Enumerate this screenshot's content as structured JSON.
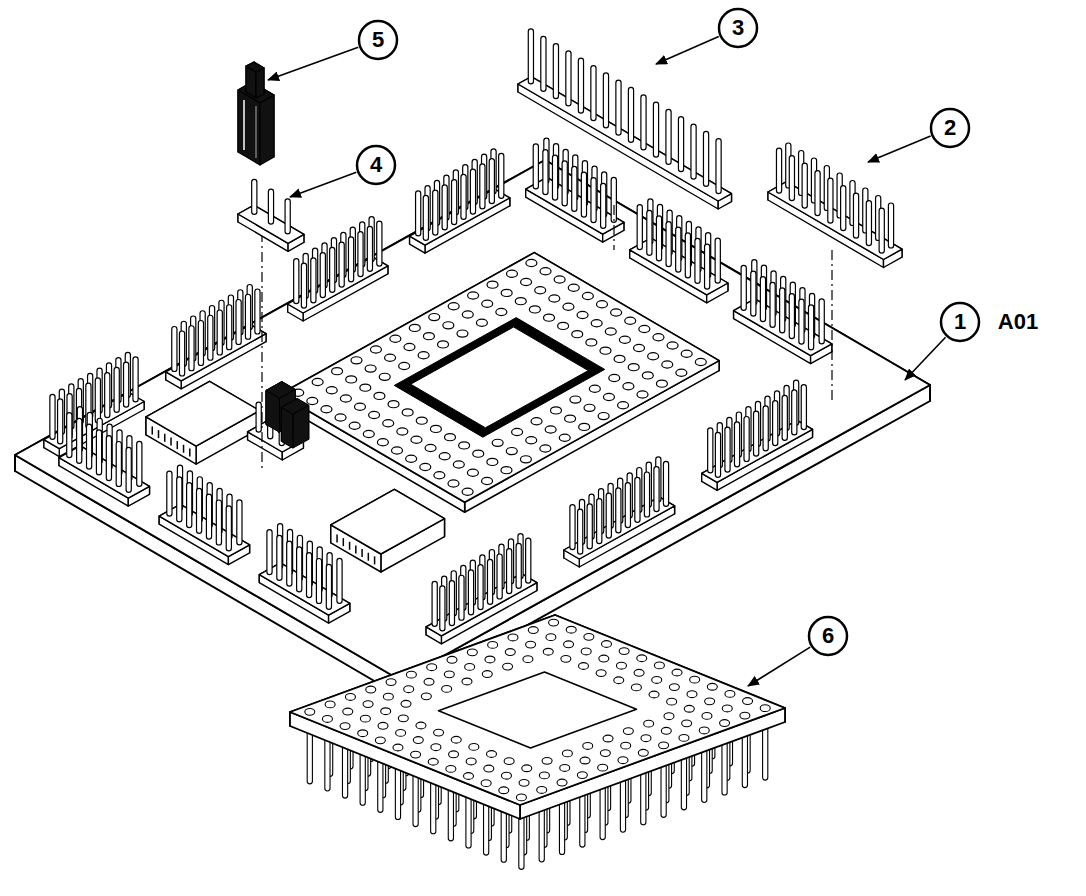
{
  "diagram": {
    "labels": [
      "5",
      "3",
      "2",
      "4",
      "1",
      "A01",
      "6"
    ]
  }
}
